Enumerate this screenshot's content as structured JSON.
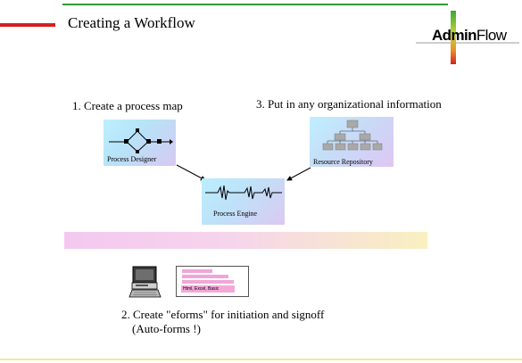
{
  "header": {
    "title": "Creating a Workflow",
    "logo_bold": "Admin",
    "logo_regular": "Flow"
  },
  "steps": {
    "step1": "1. Create a process map",
    "step3": "3. Put in any organizational information",
    "step2_line1": "2. Create \"eforms\" for initiation and signoff",
    "step2_line2": "(Auto-forms !)"
  },
  "components": {
    "process_designer": "Process Designer",
    "resource_repository": "Resource Repository",
    "process_engine": "Process Engine"
  },
  "eform": {
    "formats_label": "Html, Excel, Basic"
  },
  "colors": {
    "accent_green": "#2f9e2f",
    "accent_red": "#d42020",
    "box_blue": "#bfefff",
    "box_violet": "#dcc8f2",
    "band_pink": "#f4c8f0"
  },
  "icons": [
    "computer-icon",
    "org-chart-icon",
    "flow-map-icon",
    "signal-wave-icon"
  ]
}
